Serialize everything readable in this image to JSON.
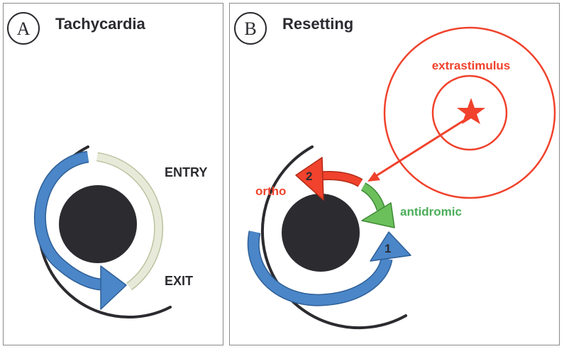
{
  "panel_a": {
    "letter": "A",
    "title": "Tachycardia",
    "entry_label": "ENTRY",
    "exit_label": "EXIT"
  },
  "panel_b": {
    "letter": "B",
    "title": "Resetting",
    "extrastimulus_label": "extrastimulus",
    "ortho_label": "ortho",
    "antidromic_label": "antidromic",
    "marker_1": "1",
    "marker_2": "2"
  },
  "colors": {
    "blue": "#4a86c8",
    "red": "#f0422c",
    "green": "#6cc05c",
    "pale": "#e6e8da",
    "pale_stroke": "#b9c4a0",
    "dark": "#2b2b30",
    "green_text": "#4cae5a"
  }
}
